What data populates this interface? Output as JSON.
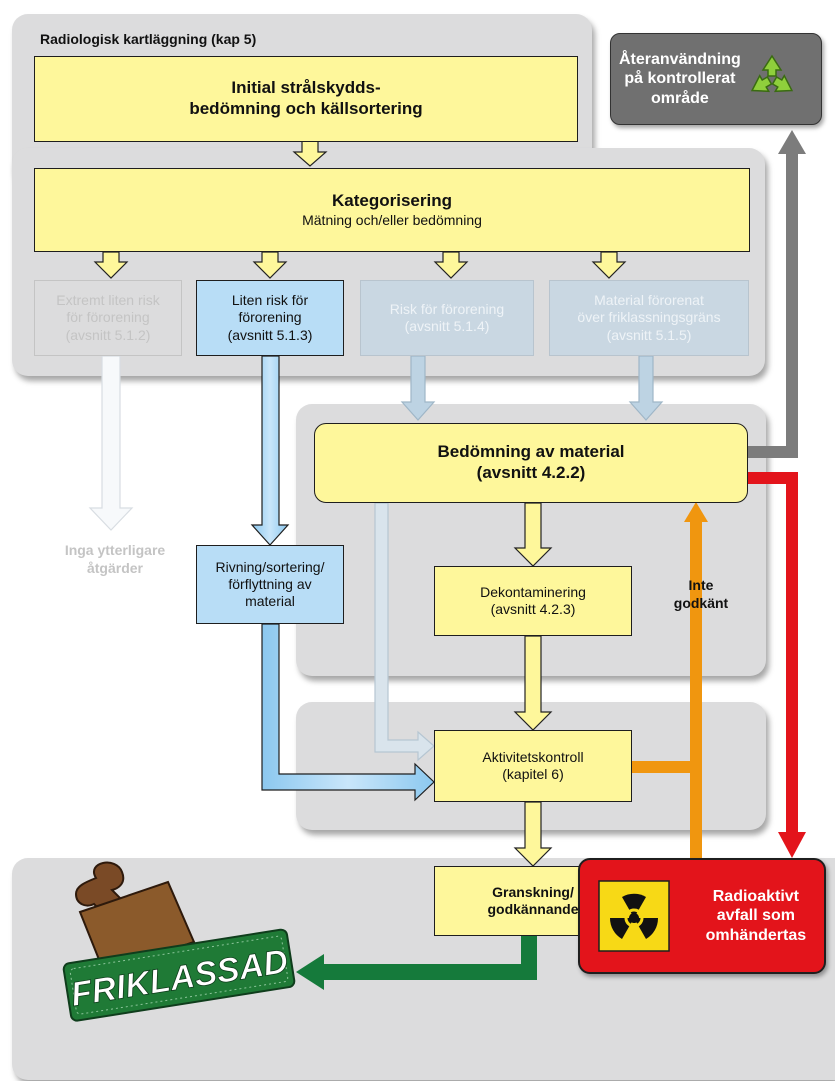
{
  "section_title": "Radiologisk kartläggning (kap 5)",
  "nodes": {
    "initial": {
      "line1": "Initial strålskydds-",
      "line2": "bedömning och källsortering"
    },
    "kategorisering": {
      "title": "Kategorisering",
      "subtitle": "Mätning och/eller bedömning"
    },
    "extremt": {
      "line1": "Extremt liten risk",
      "line2": "för förorening",
      "line3": "(avsnitt 5.1.2)"
    },
    "liten": {
      "line1": "Liten risk för",
      "line2": "förorening",
      "line3": "(avsnitt 5.1.3)"
    },
    "risk": {
      "line1": "Risk för förorening",
      "line2": "(avsnitt 5.1.4)"
    },
    "material_fororenat": {
      "line1": "Material förorenat",
      "line2": "över friklassningsgräns",
      "line3": "(avsnitt 5.1.5)"
    },
    "bedomning": {
      "line1": "Bedömning av material",
      "line2": "(avsnitt 4.2.2)"
    },
    "dekontaminering": {
      "line1": "Dekontaminering",
      "line2": "(avsnitt 4.2.3)"
    },
    "rivning": {
      "line1": "Rivning/sortering/",
      "line2": "förflyttning av",
      "line3": "material"
    },
    "aktivitet": {
      "line1": "Aktivitetskontroll",
      "line2": "(kapitel 6)"
    },
    "granskning": {
      "line1": "Granskning/",
      "line2": "godkännande"
    },
    "ateranvandning": {
      "line1": "Återanvändning",
      "line2": "på kontrollerat",
      "line3": "område"
    },
    "radioaktivt": {
      "line1": "Radioaktivt",
      "line2": "avfall som",
      "line3": "omhändertas"
    }
  },
  "labels": {
    "inga": {
      "line1": "Inga ytterligare",
      "line2": "åtgärder"
    },
    "inte_godkant": {
      "line1": "Inte",
      "line2": "godkänt"
    },
    "stamp": "FRIKLASSAD"
  },
  "colors": {
    "panel": "#dcdcdd",
    "yellow_box": "#fef79b",
    "blue_box": "#b8ddf6",
    "orange_arrow": "#f0960f",
    "red_arrow": "#e3141b",
    "green_arrow": "#157a3b",
    "grey_arrow": "#7c7c7c",
    "radioactive_box": "#e3141b",
    "reuse_box": "#707070",
    "stamp_green": "#1f7a36"
  },
  "icons": [
    "recycle-icon",
    "radiation-icon",
    "stamp-icon"
  ]
}
